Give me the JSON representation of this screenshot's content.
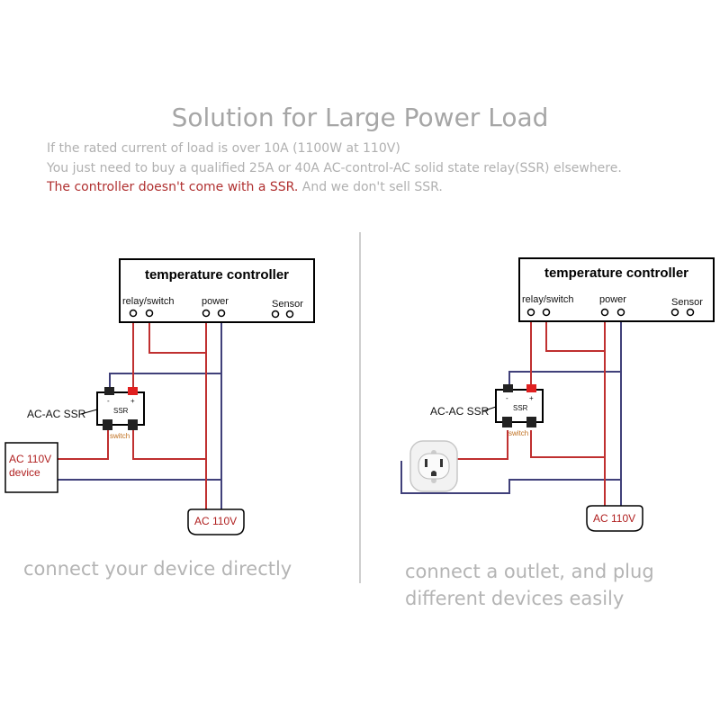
{
  "header": {
    "title": "Solution for Large Power Load",
    "line1": "If the rated current of load is over 10A (1100W at 110V)",
    "line2": "You just need to buy a qualified 25A or 40A AC-control-AC solid state relay(SSR) elsewhere.",
    "line3_red": "The controller doesn't come with a SSR.",
    "line3_rest": " And we don't sell SSR."
  },
  "left": {
    "controller_title": "temperature controller",
    "relay_label": "relay/switch",
    "power_label": "power",
    "sensor_label": "Sensor",
    "ssr_label": "AC-AC SSR",
    "ssr_text": "SSR",
    "minus": "-",
    "plus": "+",
    "switch_label": "switch",
    "device_line1": "AC 110V",
    "device_line2": "device",
    "ac_label": "AC 110V",
    "caption": "connect your device directly"
  },
  "right": {
    "controller_title": "temperature controller",
    "relay_label": "relay/switch",
    "power_label": "power",
    "sensor_label": "Sensor",
    "ssr_label": "AC-AC SSR",
    "ssr_text": "SSR",
    "minus": "-",
    "plus": "+",
    "switch_label": "switch",
    "ac_label": "AC 110V",
    "caption_line1": "connect a outlet, and plug",
    "caption_line2": "different devices easily",
    "outlet_icon": "outlet-icon"
  },
  "colors": {
    "red_wire": "#c03030",
    "blue_wire": "#40407a",
    "text_gray": "#b0b0b0",
    "red_text": "#b03030"
  }
}
